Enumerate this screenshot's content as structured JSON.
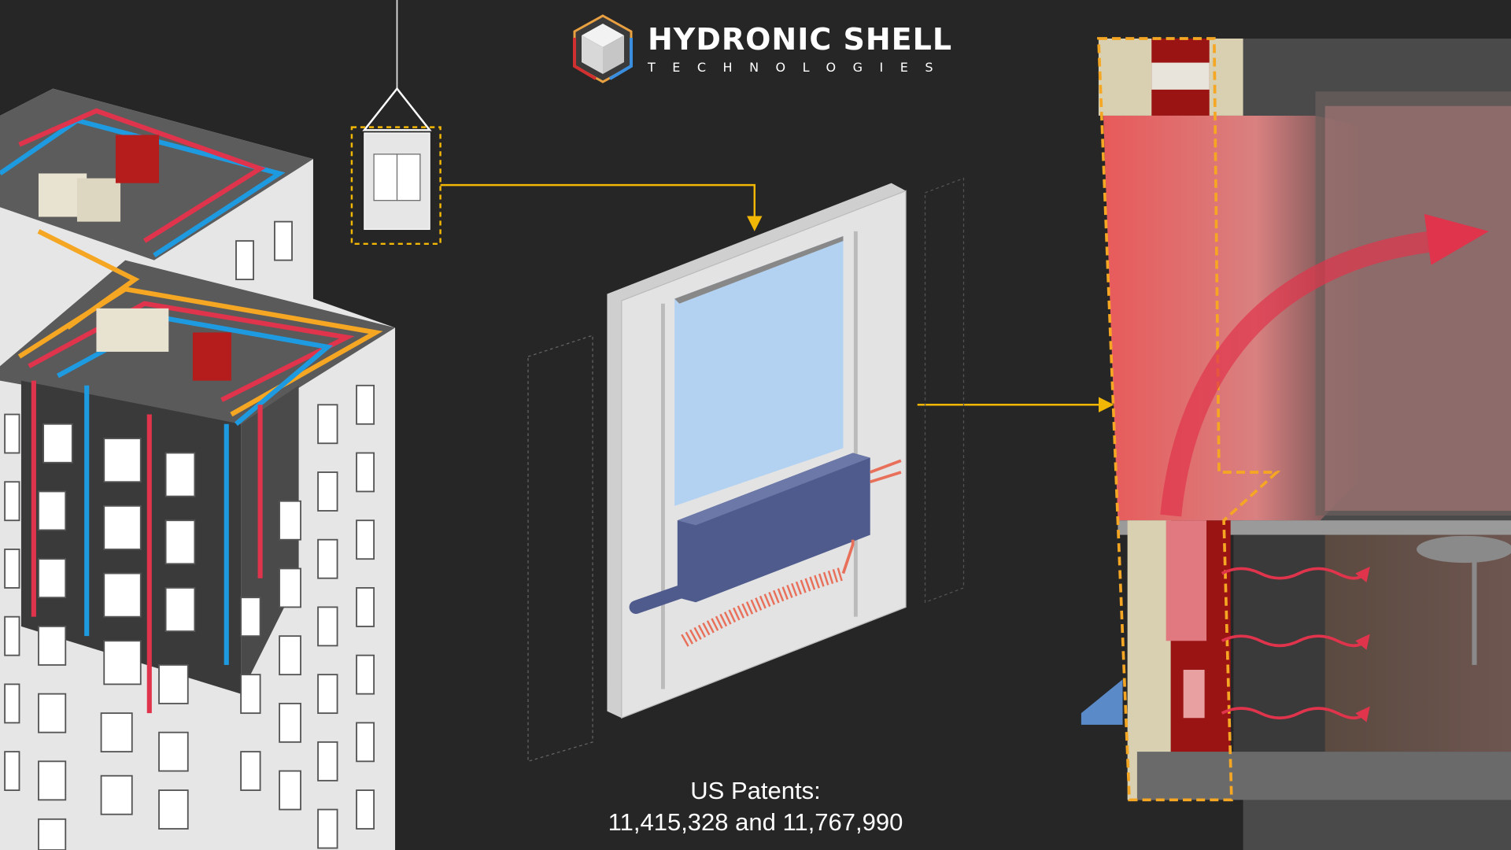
{
  "logo": {
    "name": "HYDRONIC SHELL",
    "tagline": "TECHNOLOGIES"
  },
  "caption": {
    "line1": "US Patents:",
    "line2": "11,415,328 and 11,767,990"
  },
  "colors": {
    "background": "#262626",
    "callout_line": "#f2b705",
    "hot_pipe": "#f5a623",
    "cold_pipe": "#1e9be0",
    "heat_arrow": "#e0344c",
    "glass": "#b3d2f2",
    "heater": "#4f5b8c"
  }
}
